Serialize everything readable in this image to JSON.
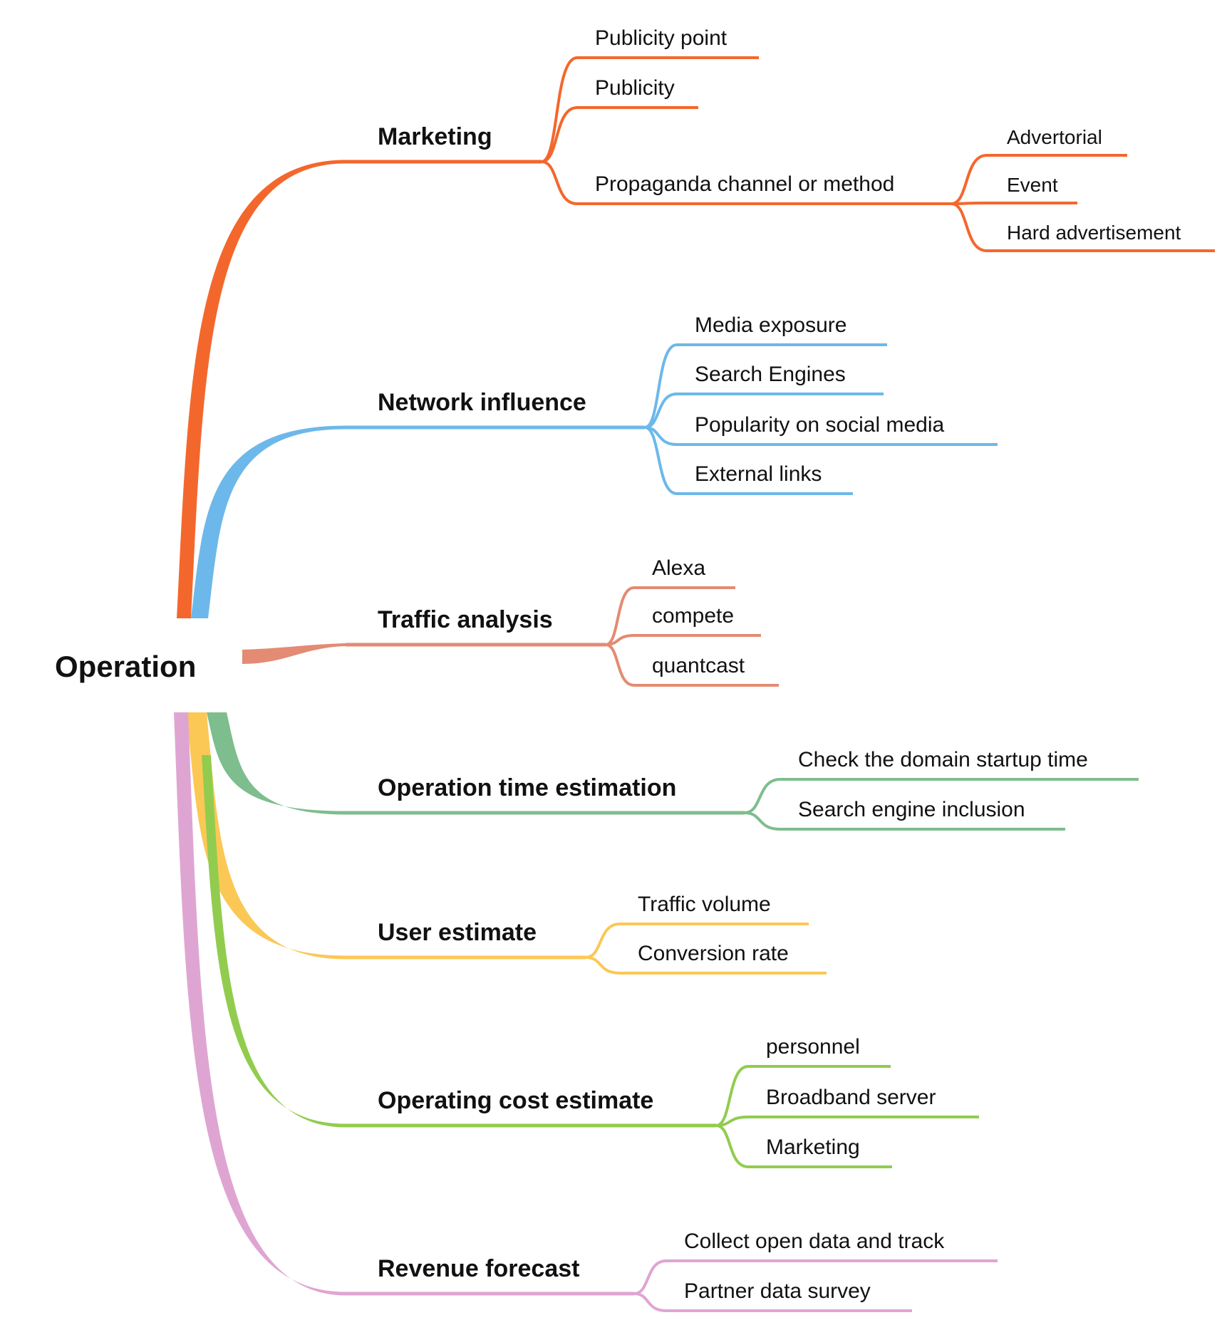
{
  "root": {
    "label": "Operation"
  },
  "branches": [
    {
      "label": "Marketing",
      "color": "#f4672c",
      "children": [
        {
          "label": "Publicity point",
          "children": []
        },
        {
          "label": "Publicity",
          "children": []
        },
        {
          "label": "Propaganda channel or method",
          "children": [
            {
              "label": "Advertorial"
            },
            {
              "label": "Event"
            },
            {
              "label": "Hard advertisement"
            }
          ]
        }
      ]
    },
    {
      "label": "Network influence",
      "color": "#6db8ea",
      "children": [
        {
          "label": "Media exposure",
          "children": []
        },
        {
          "label": "Search Engines",
          "children": []
        },
        {
          "label": "Popularity on social media",
          "children": []
        },
        {
          "label": "External links",
          "children": []
        }
      ]
    },
    {
      "label": "Traffic analysis",
      "color": "#e38b73",
      "children": [
        {
          "label": "Alexa",
          "children": []
        },
        {
          "label": "compete",
          "children": []
        },
        {
          "label": "quantcast",
          "children": []
        }
      ]
    },
    {
      "label": "Operation time estimation",
      "color": "#7ebd8d",
      "children": [
        {
          "label": "Check the domain startup time",
          "children": []
        },
        {
          "label": "Search engine inclusion",
          "children": []
        }
      ]
    },
    {
      "label": "User estimate",
      "color": "#fbc855",
      "children": [
        {
          "label": "Traffic volume",
          "children": []
        },
        {
          "label": "Conversion rate",
          "children": []
        }
      ]
    },
    {
      "label": "Operating cost estimate",
      "color": "#92cc4f",
      "children": [
        {
          "label": "personnel",
          "children": []
        },
        {
          "label": "Broadband server",
          "children": []
        },
        {
          "label": "Marketing",
          "children": []
        }
      ]
    },
    {
      "label": "Revenue forecast",
      "color": "#dfa5d2",
      "children": [
        {
          "label": "Collect open data and track",
          "children": []
        },
        {
          "label": "Partner data survey",
          "children": []
        }
      ]
    }
  ]
}
